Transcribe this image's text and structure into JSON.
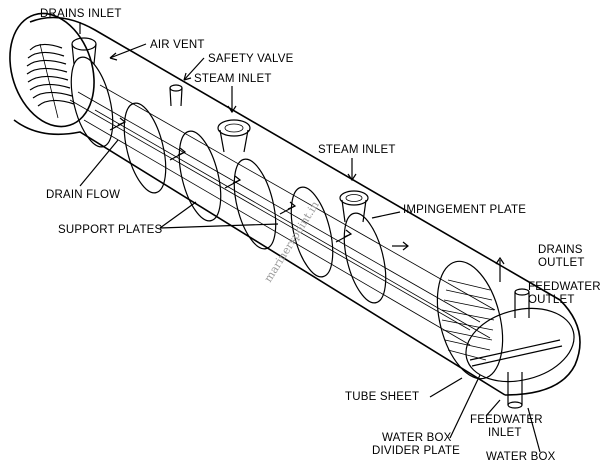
{
  "labels": {
    "drains_inlet": "DRAINS INLET",
    "air_vent": "AIR VENT",
    "safety_valve": "SAFETY VALVE",
    "steam_inlet_1": "STEAM INLET",
    "steam_inlet_2": "STEAM INLET",
    "drain_flow": "DRAIN FLOW",
    "support_plates": "SUPPORT PLATES",
    "impingement_plate": "IMPINGEMENT PLATE",
    "drains_outlet_1": "DRAINS",
    "drains_outlet_2": "OUTLET",
    "feedwater_outlet_1": "FEEDWATER",
    "feedwater_outlet_2": "OUTLET",
    "tube_sheet": "TUBE SHEET",
    "feedwater_inlet_1": "FEEDWATER",
    "feedwater_inlet_2": "INLET",
    "water_box_divider_1": "WATER BOX",
    "water_box_divider_2": "DIVIDER PLATE",
    "water_box": "WATER BOX"
  },
  "watermark": "marinerspoint.in"
}
